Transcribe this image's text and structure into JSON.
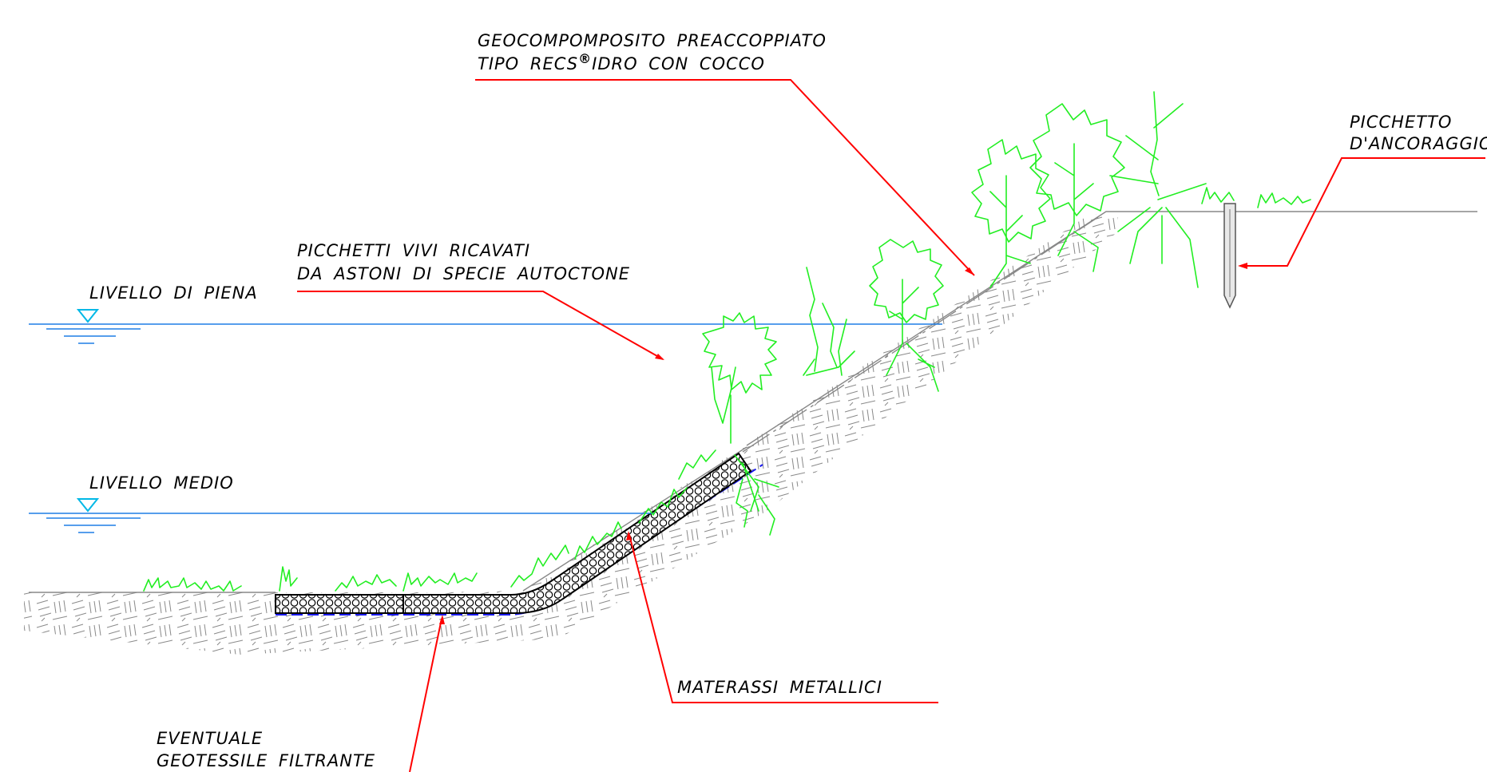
{
  "labels": {
    "geocomposito_line1": "GEOCOMPOMPOSITO  PREACCOPPIATO",
    "geocomposito_line2a": "TIPO  RECS",
    "geocomposito_sup": "®",
    "geocomposito_line2b": "IDRO  CON  COCCO",
    "picchetto_line1": "PICCHETTO",
    "picchetto_line2": "D'ANCORAGGIO",
    "picchetti_vivi_line1": "PICCHETTI  VIVI  RICAVATI",
    "picchetti_vivi_line2": "DA  ASTONI  DI  SPECIE  AUTOCTONE",
    "livello_piena": "LIVELLO  DI  PIENA",
    "livello_medio": "LIVELLO  MEDIO",
    "materassi": "MATERASSI  METALLICI",
    "eventuale_line1": "EVENTUALE",
    "eventuale_line2": "GEOTESSILE  FILTRANTE"
  },
  "colors": {
    "leader": "#ff0000",
    "water_line": "#1e7fe6",
    "water_symbol": "#00b8e6",
    "vegetation": "#22ee22",
    "ground": "#888888",
    "geotextile": "#1a1aee",
    "mattress": "#000000"
  }
}
